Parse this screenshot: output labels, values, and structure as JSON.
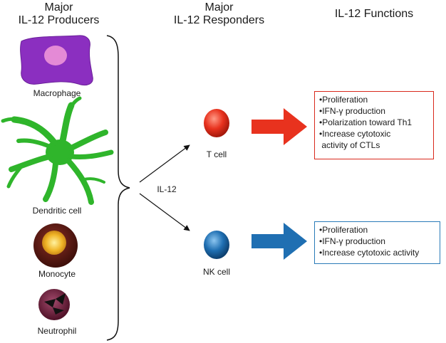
{
  "headers": {
    "producers": [
      "Major",
      "IL-12 Producers"
    ],
    "responders": [
      "Major",
      "IL-12 Responders"
    ],
    "functions": "IL-12 Functions"
  },
  "producers": {
    "macrophage": "Macrophage",
    "dendritic": "Dendritic cell",
    "monocyte": "Monocyte",
    "neutrophil": "Neutrophil"
  },
  "cytokine_label": "IL-12",
  "responders": {
    "tcell": "T cell",
    "nkcell": "NK cell"
  },
  "tcell_functions": [
    "•Proliferation",
    "•IFN-γ production",
    "•Polarization toward Th1",
    "•Increase cytotoxic",
    " activity of CTLs"
  ],
  "nk_functions": [
    "•Proliferation",
    "•IFN-γ production",
    "•Increase cytotoxic activity"
  ],
  "colors": {
    "tcell_arrow": "#e8321e",
    "nk_arrow": "#1f6fb2",
    "tcell_box_border": "#d9291c",
    "nk_box_border": "#2a7bb8",
    "macrophage": "#8b2fc0",
    "dendritic": "#2fb52b",
    "monocyte": "#5a1a14",
    "neutrophil": "#6b1a3a"
  }
}
